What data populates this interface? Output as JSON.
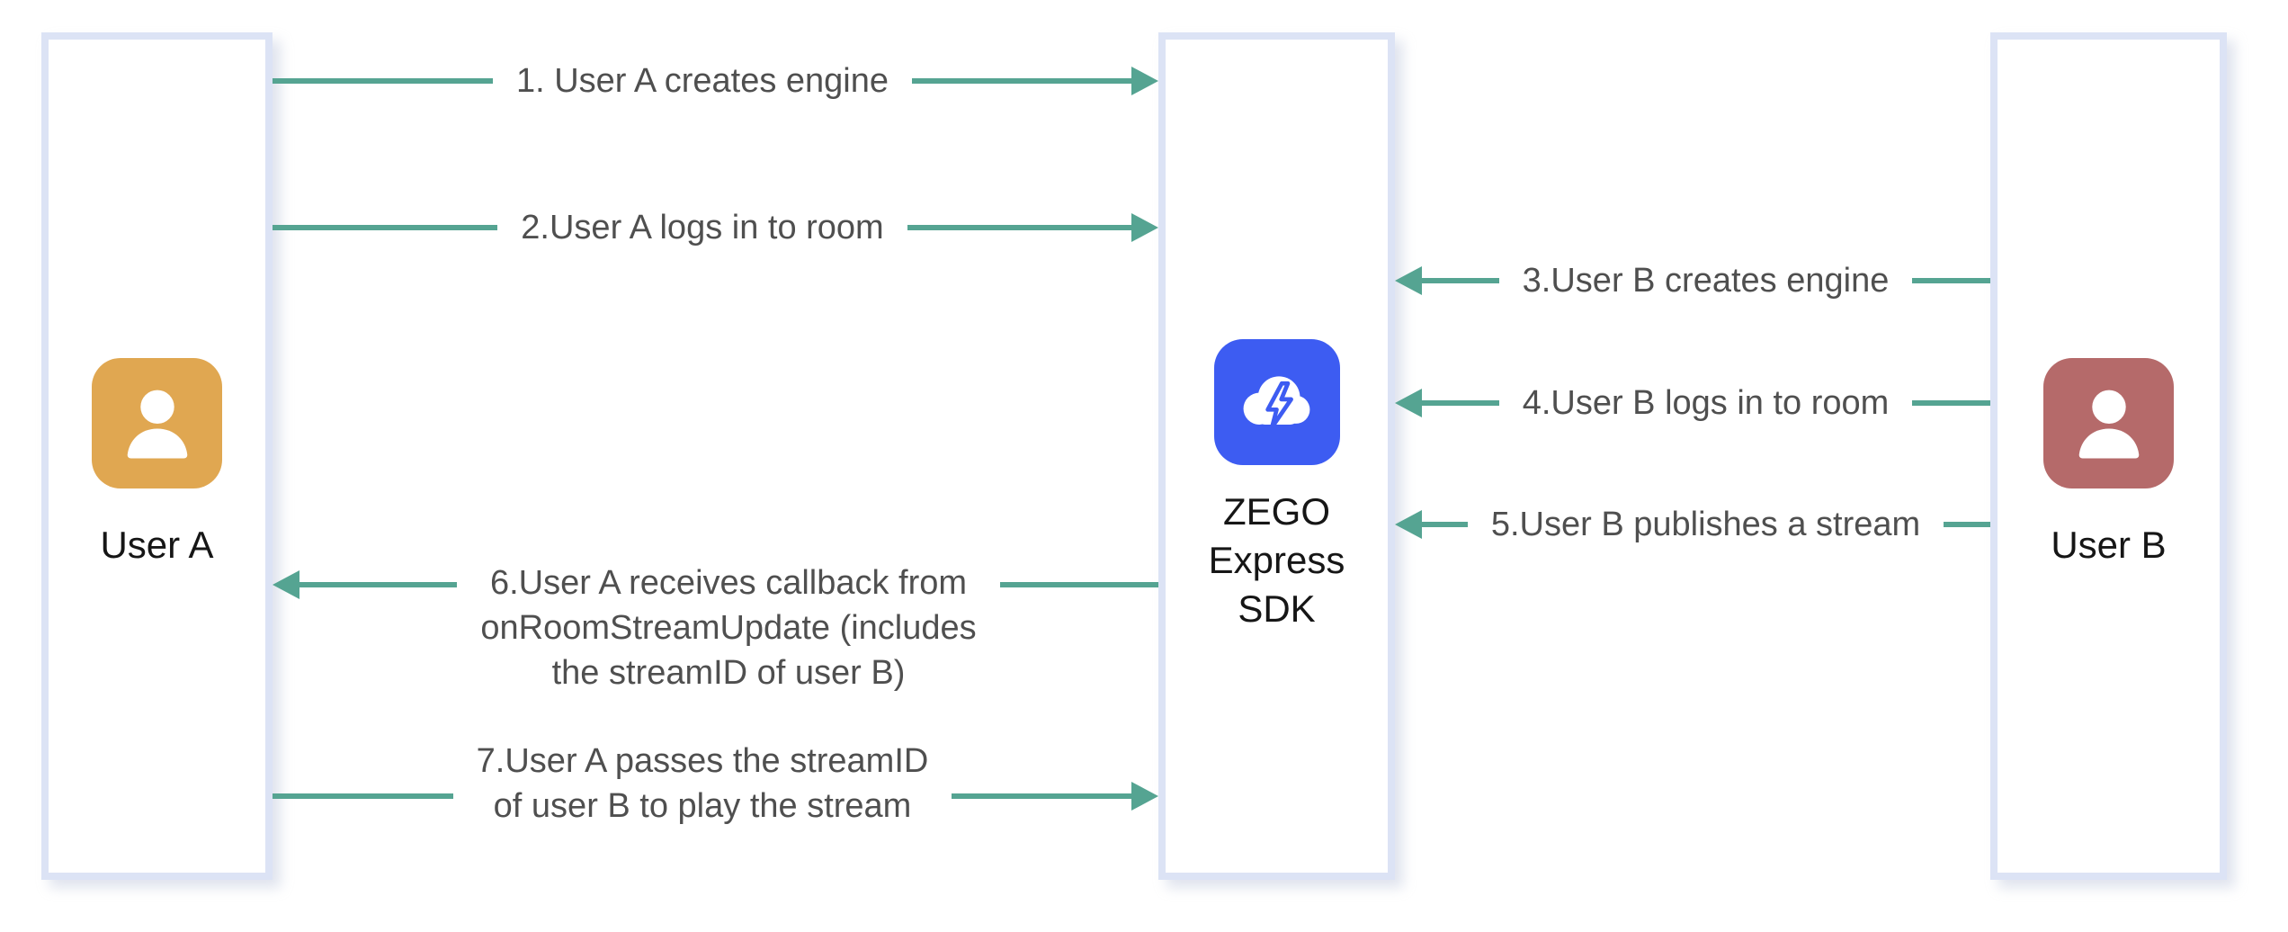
{
  "diagram": {
    "actors": [
      {
        "id": "user-a",
        "label": "User A",
        "icon": "person-icon",
        "icon_color": "#e0a751"
      },
      {
        "id": "zego-sdk",
        "label": "ZEGO\nExpress\nSDK",
        "icon": "cloud-lightning-icon",
        "icon_color": "#3d5cf2"
      },
      {
        "id": "user-b",
        "label": "User B",
        "icon": "person-icon",
        "icon_color": "#b56a6a"
      }
    ],
    "messages": [
      {
        "num": "1",
        "label": "1. User A creates engine",
        "from": "user-a",
        "to": "zego-sdk",
        "direction": "right"
      },
      {
        "num": "2",
        "label": "2.User A logs in to room",
        "from": "user-a",
        "to": "zego-sdk",
        "direction": "right"
      },
      {
        "num": "3",
        "label": "3.User B creates engine",
        "from": "user-b",
        "to": "zego-sdk",
        "direction": "left"
      },
      {
        "num": "4",
        "label": "4.User B logs in to room",
        "from": "user-b",
        "to": "zego-sdk",
        "direction": "left"
      },
      {
        "num": "5",
        "label": "5.User B publishes a stream",
        "from": "user-b",
        "to": "zego-sdk",
        "direction": "left"
      },
      {
        "num": "6",
        "label": "6.User A receives callback from\nonRoomStreamUpdate (includes\nthe streamID of user B)",
        "from": "zego-sdk",
        "to": "user-a",
        "direction": "left"
      },
      {
        "num": "7",
        "label": "7.User A passes the streamID\nof user B to play the stream",
        "from": "user-a",
        "to": "zego-sdk",
        "direction": "right"
      }
    ],
    "colors": {
      "arrow": "#55a492",
      "label_text": "#4f4f4f",
      "actor_text": "#161616",
      "box_border": "#dce3f5",
      "box_fill": "#ffffff",
      "user_a_avatar": "#e0a751",
      "user_b_avatar": "#b56a6a",
      "sdk_icon": "#3d5cf2"
    }
  }
}
